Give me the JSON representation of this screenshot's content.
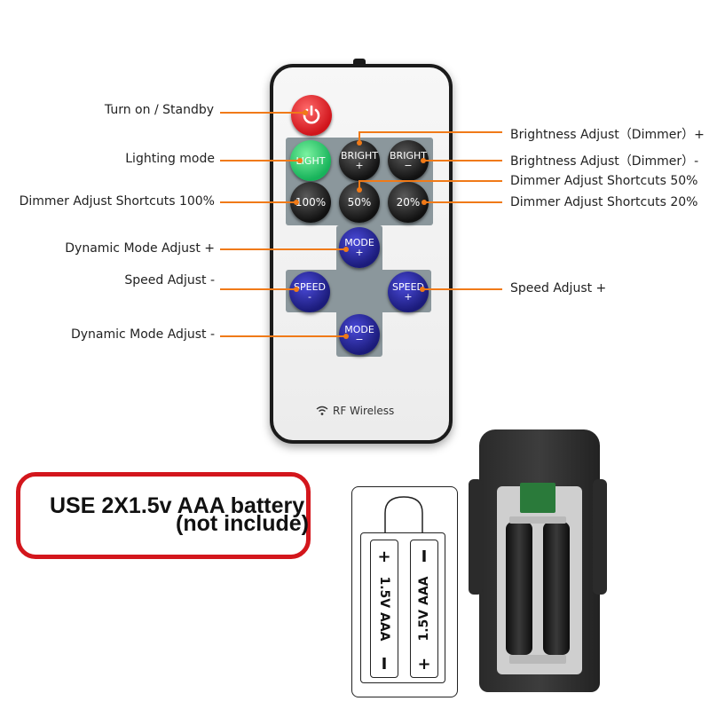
{
  "labels": {
    "power": "Turn on / Standby",
    "lighting": "Lighting mode",
    "dimmer100": "Dimmer Adjust Shortcuts 100%",
    "modeUp": "Dynamic Mode Adjust +",
    "speedDown": "Speed Adjust -",
    "modeDown": "Dynamic Mode Adjust -",
    "brightUp": "Brightness Adjust（Dimmer）+",
    "brightDown": "Brightness Adjust（Dimmer）-",
    "dimmer50": "Dimmer Adjust Shortcuts 50%",
    "dimmer20": "Dimmer Adjust Shortcuts 20%",
    "speedUp": "Speed Adjust +"
  },
  "buttons": {
    "light": "LIGHT",
    "bright": "BRIGHT",
    "plus": "+",
    "minus": "−",
    "p100": "100%",
    "p50": "50%",
    "p20": "20%",
    "mode": "MODE",
    "speed": "SPEED",
    "dash": "-"
  },
  "remote": {
    "brand": "RF Wireless"
  },
  "battery_note": {
    "line1": "USE 2X1.5v AAA battery",
    "line2": "(not include)"
  },
  "battery_diagram": {
    "cell_label": "1.5V AAA",
    "plus": "+",
    "minus": "I"
  },
  "colors": {
    "accent_line": "#f07a18",
    "note_border": "#d3161c",
    "panel": "#8b979c"
  }
}
